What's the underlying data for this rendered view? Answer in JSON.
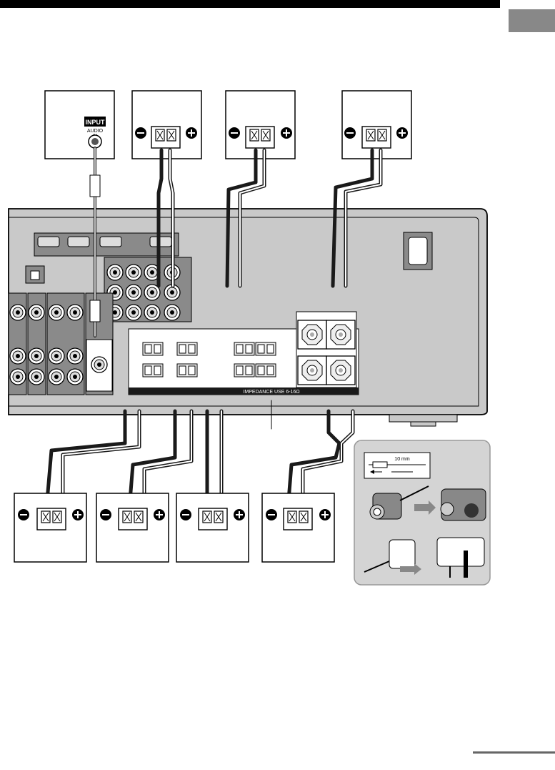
{
  "subwoofer": {
    "input_label": "INPUT",
    "audio_in_label": "AUDIO\nIN"
  },
  "speaker_terminals": {
    "minus": "−",
    "plus": "+"
  },
  "receiver": {
    "impedance_label": "IMPEDANCE USE 6-16Ω"
  },
  "inset": {
    "strip_length_label": "10 mm"
  },
  "colors": {
    "panel": "#c9c9c9",
    "panel_dark": "#8a8a8a",
    "cable": "#1a1a1a",
    "accent_tab": "#888888"
  }
}
